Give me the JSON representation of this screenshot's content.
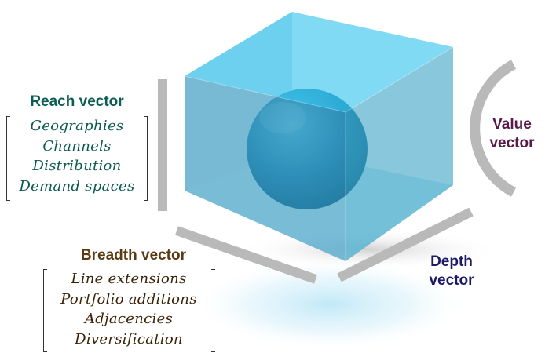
{
  "colors": {
    "reach": "#0c5e55",
    "breadth": "#5a3a12",
    "value": "#5a1a48",
    "depth": "#1c1a66",
    "cube_front": "#49a7c8",
    "cube_top": "#35c6ef",
    "sphere": "#2d8fb8",
    "bar": "#b9b9b9"
  },
  "reach": {
    "title": "Reach vector",
    "items": [
      "Geographies",
      "Channels",
      "Distribution",
      "Demand spaces"
    ]
  },
  "value": {
    "title_line1": "Value",
    "title_line2": "vector"
  },
  "breadth": {
    "title": "Breadth vector",
    "items": [
      "Line extensions",
      "Portfolio additions",
      "Adjacencies",
      "Diversification"
    ]
  },
  "depth": {
    "title_line1": "Depth",
    "title_line2": "vector"
  }
}
